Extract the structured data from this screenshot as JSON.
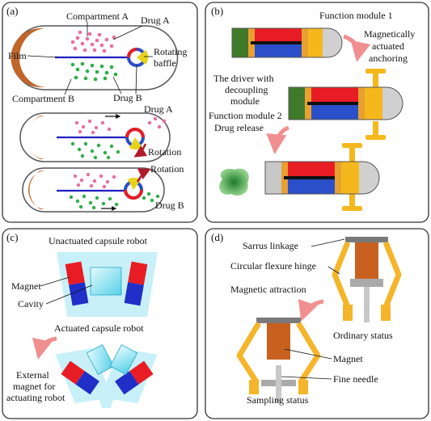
{
  "panels": {
    "a": {
      "tag": "(a)",
      "compartment_a": "Compartment A",
      "drug_a_top": "Drug A",
      "film": "Film",
      "rotating_baffle_1": "Rotating",
      "rotating_baffle_2": "baffle",
      "compartment_b": "Compartment B",
      "drug_b_top": "Drug B",
      "drug_a_mid": "Drug A",
      "rotation_1": "Rotation",
      "rotation_2": "Rotation",
      "drug_b_bottom": "Drug B"
    },
    "b": {
      "tag": "(b)",
      "function_module_1": "Function module 1",
      "mag_anchor_1": "Magnetically",
      "mag_anchor_2": "actuated",
      "mag_anchor_3": "anchoring",
      "driver_1": "The driver with",
      "driver_2": "decoupling",
      "driver_3": "module",
      "function_module_2": "Function module 2",
      "drug_release": "Drug release"
    },
    "c": {
      "tag": "(c)",
      "unactuated": "Unactuated capsule robot",
      "magnet": "Magnet",
      "cavity": "Cavity",
      "actuated": "Actuated capsule robot",
      "external_1": "External",
      "external_2": "magnet for",
      "external_3": "actuating robot"
    },
    "d": {
      "tag": "(d)",
      "sarrus": "Sarrus linkage",
      "flexure": "Circular flexure hinge",
      "attraction": "Magnetic attraction",
      "ordinary": "Ordinary status",
      "magnet": "Magnet",
      "needle": "Fine needle",
      "sampling": "Sampling status"
    }
  },
  "colors": {
    "panel_border": "#333333",
    "capsule_outline": "#555555",
    "shell_brown": "#c0662a",
    "film_blue": "#1f1fbf",
    "drug_a_pink": "#e8709a",
    "drug_b_green": "#2fae4a",
    "baffle_yellow": "#e8d21a",
    "rotation_arrow": "#b01a2a",
    "curved_arrow": "#f08f8f",
    "red_block": "#e81c24",
    "blue_block": "#2b4fc8",
    "dark_green_block": "#3f7a2a",
    "orange_band": "#e8a030",
    "yellow_cap": "#f5b81c",
    "gray": "#c8c8c8",
    "cyan_bg": "#c8f0f8",
    "magnet_red": "#e81c24",
    "magnet_blue": "#1f2fc8",
    "sarrus_yellow": "#f5b52a",
    "magnet_orange": "#c8601f",
    "needle_gray": "#c0c0c0"
  }
}
